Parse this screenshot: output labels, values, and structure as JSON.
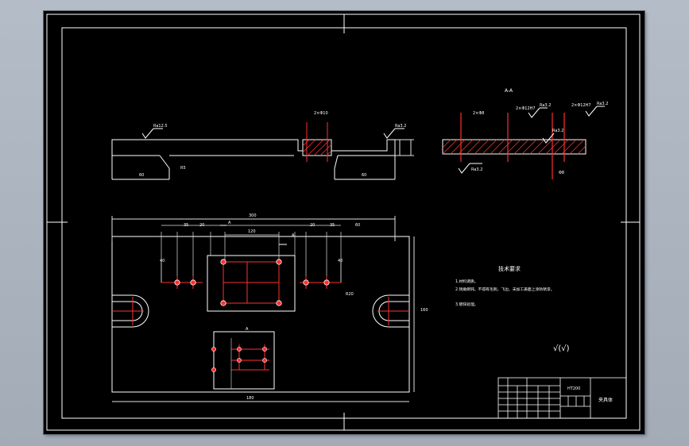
{
  "drawing": {
    "section_label": "A-A",
    "view_marker": "A",
    "roughness_symbols": [
      "Ra3.2",
      "Ra12.5",
      "Ra3.2",
      "Ra3.2",
      "Ra3.2"
    ],
    "tech_requirements": {
      "title": "技术要求",
      "lines": [
        "1.材料调质。",
        "2.锐角倒钝，不得有毛刺，飞边，未加工表面上涂防锈漆。",
        "3.镀锌处理。"
      ]
    },
    "general_roughness": "√(√)",
    "title_block": {
      "material": "HT200",
      "part_name": "夹具体"
    },
    "colors": {
      "line": "#ffffff",
      "hole": "#ff3030",
      "hatch": "#ff3030",
      "dim": "#e0e0e0"
    }
  }
}
